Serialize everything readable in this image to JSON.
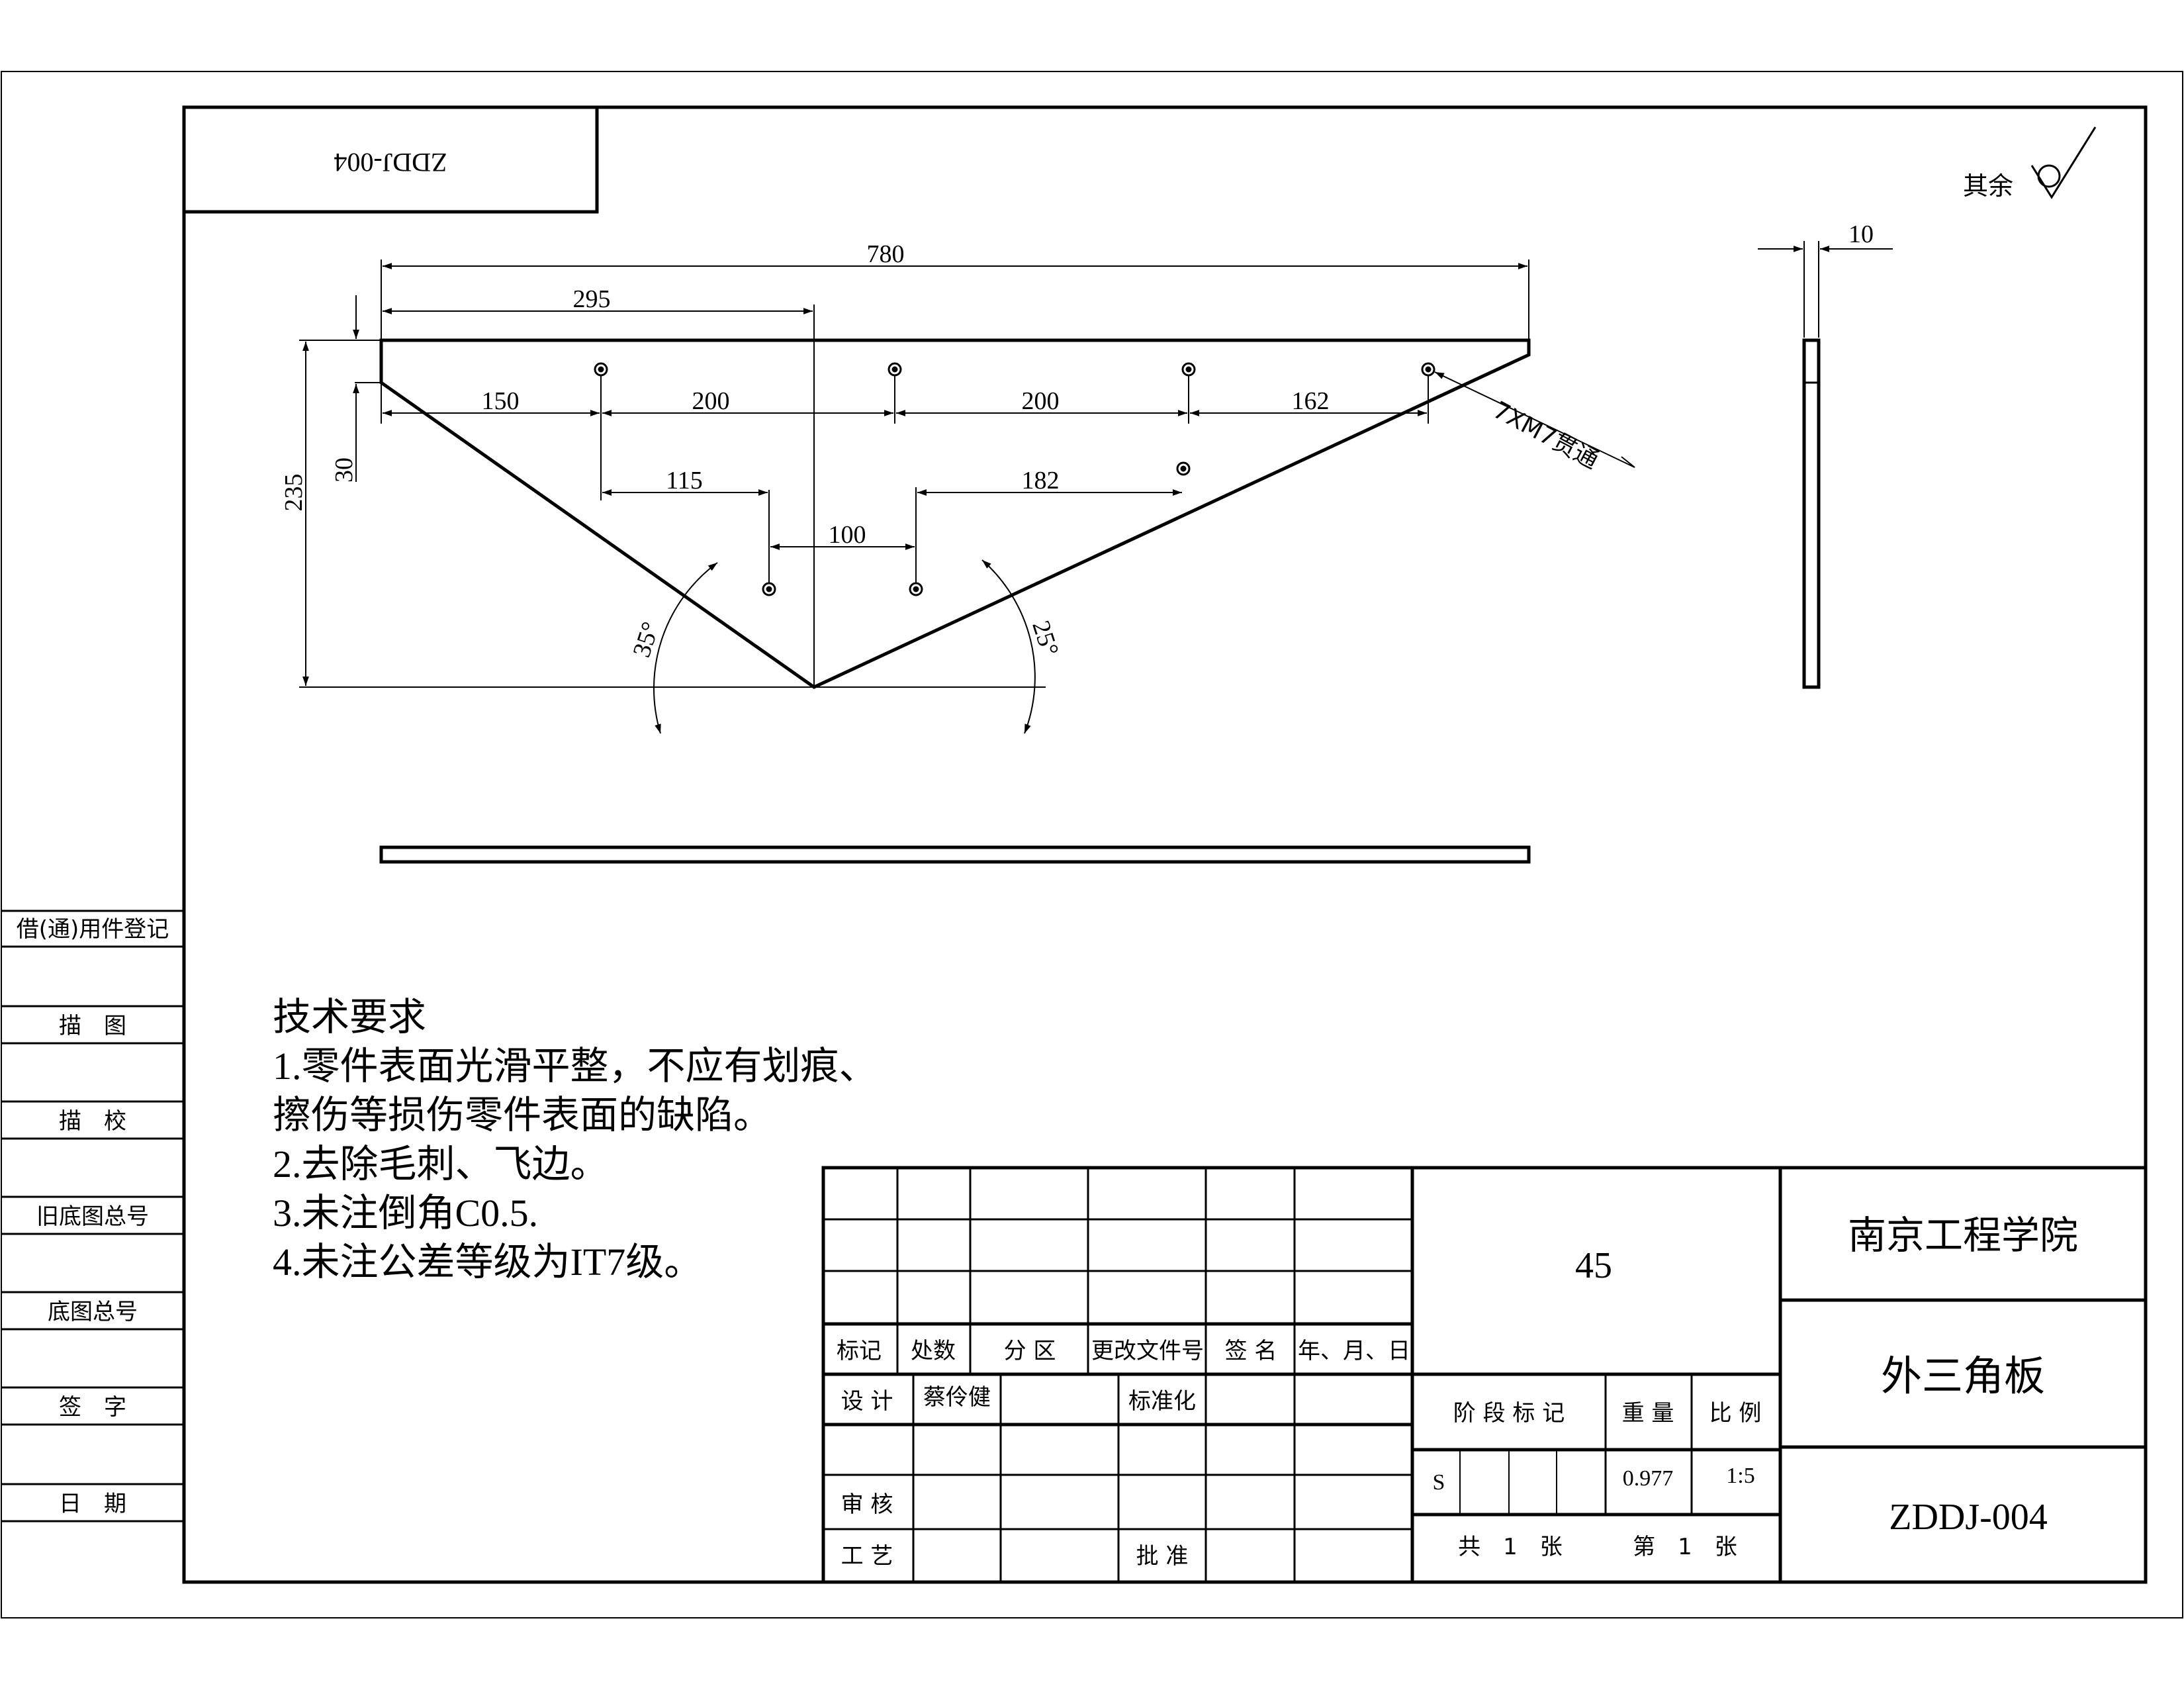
{
  "drawing": {
    "flipped_code": "ZDDJ-004",
    "surface_note": "其余",
    "thickness_dim": "10",
    "callout": "7XM7贯通",
    "dims": {
      "overall": "780",
      "to_apex": "295",
      "height": "235",
      "edge": "30",
      "h1": "150",
      "h2": "200",
      "h3": "200",
      "h4": "162",
      "h5": "115",
      "h6": "182",
      "h7": "100",
      "angle_left": "35°",
      "angle_right": "25°"
    }
  },
  "left_strip": {
    "items": [
      "借(通)用件登记",
      "描　图",
      "描　校",
      "旧底图总号",
      "底图总号",
      "签　字",
      "日　期"
    ]
  },
  "tech_requirements": {
    "title": "技术要求",
    "lines": [
      "1.零件表面光滑平整，不应有划痕、",
      "擦伤等损伤零件表面的缺陷。",
      "2.去除毛刺、飞边。",
      "3.未注倒角C0.5.",
      "4.未注公差等级为IT7级。"
    ]
  },
  "title_block": {
    "rev_headers": [
      "标记",
      "处数",
      "分 区",
      "更改文件号",
      "签 名",
      "年、月、日"
    ],
    "design_label": "设 计",
    "designer": "蔡伶健",
    "standardize_label": "标准化",
    "review_label": "审 核",
    "process_label": "工 艺",
    "approve_label": "批 准",
    "material": "45",
    "stage_label": "阶 段 标 记",
    "weight_label": "重 量",
    "scale_label": "比 例",
    "stage_value": "S",
    "weight_value": "0.977",
    "scale_value": "1:5",
    "sheets_total": "共　1　张",
    "sheet_no": "第　1　张",
    "company": "南京工程学院",
    "part_name": "外三角板",
    "drawing_no": "ZDDJ-004"
  }
}
